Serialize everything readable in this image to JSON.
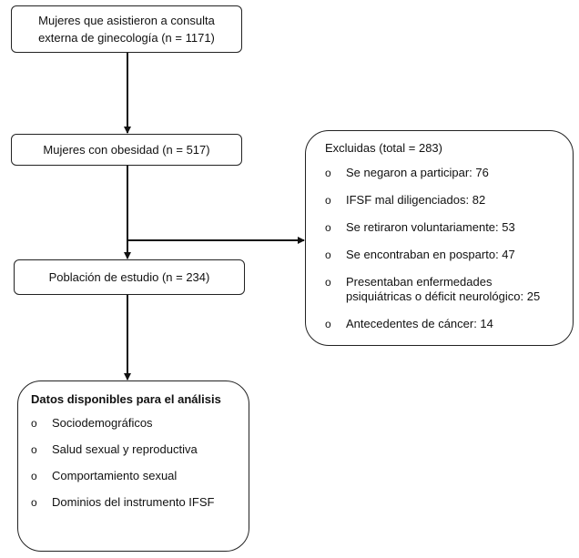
{
  "boxes": {
    "total": {
      "line1": "Mujeres que asistieron a consulta",
      "line2": "externa de ginecología (n = 1171)"
    },
    "obesity": {
      "label": "Mujeres con obesidad (n = 517)"
    },
    "study": {
      "label": "Población de estudio (n = 234)"
    },
    "excluded": {
      "title": "Excluidas (total = 283)",
      "items": [
        "Se negaron a participar: 76",
        "IFSF mal diligenciados: 82",
        "Se retiraron voluntariamente: 53",
        "Se encontraban en posparto: 47",
        "Presentaban enfermedades",
        "psiquiátricas o déficit neurológico: 25",
        "Antecedentes de cáncer: 14"
      ]
    },
    "data": {
      "title": "Datos disponibles para el análisis",
      "items": [
        "Sociodemográficos",
        "Salud sexual y reproductiva",
        "Comportamiento sexual",
        "Dominios del instrumento IFSF"
      ]
    }
  },
  "bullet_glyph": "o",
  "colors": {
    "line": "#111111",
    "border": "#222222",
    "background": "#ffffff"
  },
  "icons": {
    "bullet": "hollow-circle-bullet",
    "arrow": "arrow-head"
  }
}
